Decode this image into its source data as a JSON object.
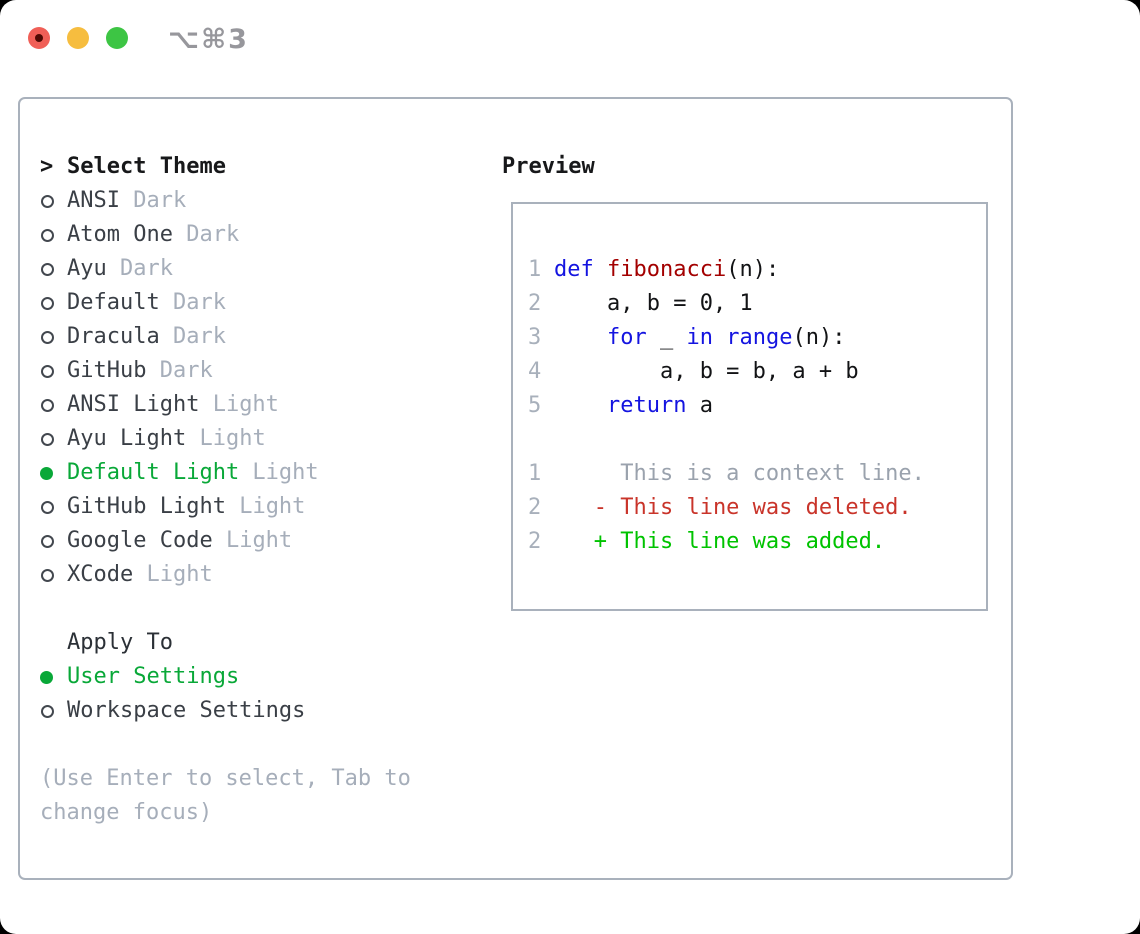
{
  "titlebar": {
    "title": "⌥⌘3",
    "buttons": [
      {
        "name": "close",
        "color": "#f05f57"
      },
      {
        "name": "minimize",
        "color": "#f6bd3f"
      },
      {
        "name": "zoom",
        "color": "#3dc544"
      }
    ]
  },
  "palette": {
    "border": "#a9b1bc",
    "text_dark": "#3a3f46",
    "text_strong": "#17181a",
    "muted": "#a6aeba",
    "accent_green": "#09a838",
    "line_number": "#a8b0bb",
    "kw_blue": "#1414e0",
    "fn_red": "#a30000",
    "diff_del": "#c9342a",
    "diff_add": "#00c300",
    "context_gray": "#9aa2ad"
  },
  "theme_picker": {
    "header": {
      "prefix": ">",
      "label": "Select Theme"
    },
    "themes": [
      {
        "name": "ANSI",
        "variant": "Dark",
        "selected": false
      },
      {
        "name": "Atom One",
        "variant": "Dark",
        "selected": false
      },
      {
        "name": "Ayu",
        "variant": "Dark",
        "selected": false
      },
      {
        "name": "Default",
        "variant": "Dark",
        "selected": false
      },
      {
        "name": "Dracula",
        "variant": "Dark",
        "selected": false
      },
      {
        "name": "GitHub",
        "variant": "Dark",
        "selected": false
      },
      {
        "name": "ANSI Light",
        "variant": "Light",
        "selected": false
      },
      {
        "name": "Ayu Light",
        "variant": "Light",
        "selected": false
      },
      {
        "name": "Default Light",
        "variant": "Light",
        "selected": true
      },
      {
        "name": "GitHub Light",
        "variant": "Light",
        "selected": false
      },
      {
        "name": "Google Code",
        "variant": "Light",
        "selected": false
      },
      {
        "name": "XCode",
        "variant": "Light",
        "selected": false
      }
    ],
    "apply_to": {
      "label": "Apply To",
      "options": [
        {
          "name": "User Settings",
          "selected": true
        },
        {
          "name": "Workspace Settings",
          "selected": false
        }
      ]
    },
    "hint_line1": "(Use Enter to select, Tab to",
    "hint_line2": "change focus)"
  },
  "preview": {
    "title": "Preview",
    "lines": [
      {
        "num": "1",
        "tokens": [
          [
            "kw",
            "def"
          ],
          [
            "plain",
            " "
          ],
          [
            "fn",
            "fibonacci"
          ],
          [
            "plain",
            "(n):"
          ]
        ]
      },
      {
        "num": "2",
        "tokens": [
          [
            "plain",
            "    a, b = 0, 1"
          ]
        ]
      },
      {
        "num": "3",
        "tokens": [
          [
            "plain",
            "    "
          ],
          [
            "kw",
            "for"
          ],
          [
            "plain",
            " _ "
          ],
          [
            "kw",
            "in"
          ],
          [
            "plain",
            " "
          ],
          [
            "kw",
            "range"
          ],
          [
            "plain",
            "(n):"
          ]
        ]
      },
      {
        "num": "4",
        "tokens": [
          [
            "plain",
            "        a, b = b, a + b"
          ]
        ]
      },
      {
        "num": "5",
        "tokens": [
          [
            "plain",
            "    "
          ],
          [
            "kw",
            "return"
          ],
          [
            "plain",
            " a"
          ]
        ]
      },
      {
        "num": "",
        "tokens": []
      },
      {
        "num": "1",
        "tokens": [
          [
            "ctx",
            "     This is a context line."
          ]
        ]
      },
      {
        "num": "2",
        "tokens": [
          [
            "del",
            "   - This line was deleted."
          ]
        ]
      },
      {
        "num": "2",
        "tokens": [
          [
            "add",
            "   + This line was added."
          ]
        ]
      }
    ]
  }
}
